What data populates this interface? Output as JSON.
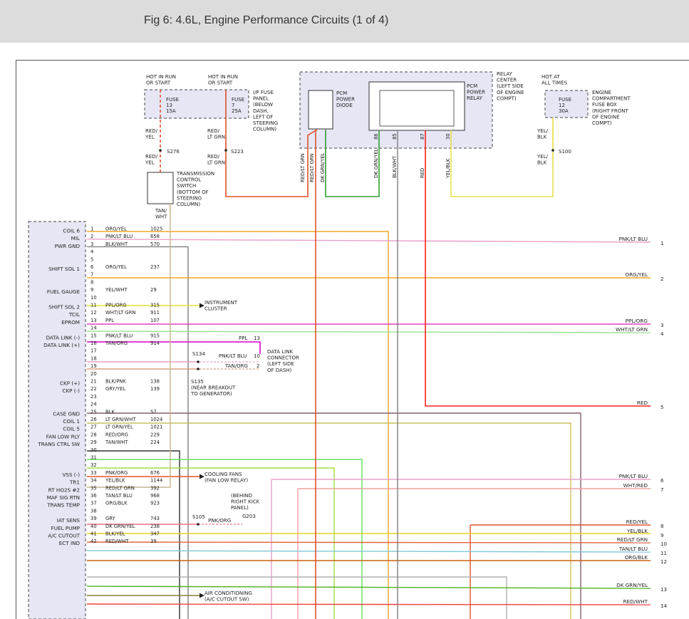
{
  "page": {
    "title": "Fig 6: 4.6L, Engine Performance Circuits (1 of 4)"
  },
  "colors": {
    "ORG/YEL": "#f5a623",
    "PNK/LT BLU": "#e8a0c8",
    "BLK/WHT": "#808080",
    "YEL/WHT": "#e8e030",
    "PPL/ORG": "#e040c0",
    "WHT/LT GRN": "#98e090",
    "PPL": "#e020d0",
    "TAN/ORG": "#d8a080",
    "BLK/PNK": "#806070",
    "GRY/YEL": "#c8c060",
    "BLK": "#303030",
    "LT GRN/WHT": "#60e060",
    "LT GRN/YEL": "#a0e040",
    "RED/ORG": "#f05020",
    "TAN/WHT": "#c8b48c",
    "PNK/ORG": "#f07080",
    "YEL/BLK": "#e8d020",
    "RED/LT GRN": "#e06040",
    "TAN/LT BLU": "#80c8d8",
    "ORG/BLK": "#c86010",
    "GRY": "#b0b0b0",
    "DK GRN/YEL": "#50b020",
    "BLK/YEL": "#808040",
    "RED/WHT": "#f04040",
    "RED": "#ff2020",
    "RED/YEL": "#e05030",
    "WHT/RED": "#f0a0a0",
    "RED/LT GRN top": "#e05028",
    "DK GRN/YEL top": "#30a030",
    "DK GRN/YEL 86": "#40b040",
    "YEL/BLK top": "#e8e050"
  },
  "fuses": [
    {
      "hot": "HOT IN RUN\nOR START",
      "label": "FUSE",
      "num": "13",
      "amp": "15A",
      "in_wire": "RED/\nYEL",
      "splice": "S276",
      "out_wire": "RED/\nYEL"
    },
    {
      "hot": "HOT IN RUN\nOR START",
      "label": "FUSE",
      "num": "7",
      "amp": "25A",
      "in_wire": "RED/\nLT GRN",
      "splice": "S223",
      "out_wire": "RED/\nLT GRN"
    },
    {
      "hot": "HOT AT\nALL TIMES",
      "label": "FUSE",
      "num": "12",
      "amp": "30A",
      "in_wire": "YEL/\nBLK",
      "splice": "S100",
      "out_wire": "YEL/\nBLK"
    }
  ],
  "labels": {
    "ip_fuse_panel": "I/P FUSE\nPANEL\n(BELOW\nDASH,\nLEFT OF\nSTEERING\nCOLUMN)",
    "relay_center": "RELAY\nCENTER\n(LEFT SIDE\nOF ENGINE\nCOMPT)",
    "pcm_power_diode": "PCM\nPOWER\nDIODE",
    "pcm_power_relay": "PCM\nPOWER\nRELAY",
    "engine_fuse_box": "ENGINE\nCOMPARTMENT\nFUSE BOX\n(RIGHT FRONT\nOF ENGINE\nCOMPT)",
    "trans_switch": "TRANSMISSION\nCONTROL\nSWITCH\n(BOTTOM OF\nSTEERING\nCOLUMN)",
    "tan_wht": "TAN/\nWHT",
    "instrument_cluster": "INSTRUMENT\nCLUSTER",
    "dlc": "DATA LINK\nCONNECTOR\n(LEFT SIDE\nOF DASH)",
    "s134": "S134",
    "s135": "S135\n(NEAR BREAKOUT\nTO GENERATOR)",
    "cooling_fans": "COOLING FANS\n(FAN LOW RELAY)",
    "behind_kick": "(BEHIND\nRIGHT KICK\nPANEL)",
    "g203": "G203",
    "s105": "S105",
    "air_cond": "AIR CONDITIONING\n(A/C CUTOUT SW)",
    "ppl_13": "PPL",
    "ppl_13_num": "13",
    "dlc_pnk": "PNK/LT BLU",
    "dlc_pnk_num": "10",
    "dlc_tan": "TAN/ORG",
    "dlc_tan_num": "2",
    "pnk_org_g": "PNK/ORG"
  },
  "relay_wires": [
    {
      "pin": "86",
      "wire": "DK GRN/YEL"
    },
    {
      "pin": "85",
      "wire": "BLK/WHT"
    },
    {
      "pin": "87",
      "wire": "RED"
    },
    {
      "pin": "30",
      "wire": "YEL/BLK"
    }
  ],
  "diode_wires": [
    "RED/LT GRN",
    "RED/LT GRN",
    "DK GRN/YEL"
  ],
  "pcm_pins": [
    {
      "pin": "1",
      "name": "COIL 6",
      "color": "ORG/YEL",
      "circuit": "1025"
    },
    {
      "pin": "2",
      "name": "MIL",
      "color": "PNK/LT BLU",
      "circuit": "658"
    },
    {
      "pin": "3",
      "name": "PWR GND",
      "color": "BLK/WHT",
      "circuit": "570"
    },
    {
      "pin": "4",
      "name": "",
      "color": "",
      "circuit": ""
    },
    {
      "pin": "5",
      "name": "",
      "color": "",
      "circuit": ""
    },
    {
      "pin": "6",
      "name": "SHIFT SOL 1",
      "color": "ORG/YEL",
      "circuit": "237"
    },
    {
      "pin": "7",
      "name": "",
      "color": "",
      "circuit": ""
    },
    {
      "pin": "8",
      "name": "",
      "color": "",
      "circuit": ""
    },
    {
      "pin": "9",
      "name": "FUEL GAUGE",
      "color": "YEL/WHT",
      "circuit": "29"
    },
    {
      "pin": "10",
      "name": "",
      "color": "",
      "circuit": ""
    },
    {
      "pin": "11",
      "name": "SHIFT SOL 2",
      "color": "PPL/ORG",
      "circuit": "315"
    },
    {
      "pin": "12",
      "name": "TCIL",
      "color": "WHT/LT GRN",
      "circuit": "911"
    },
    {
      "pin": "13",
      "name": "EPROM",
      "color": "PPL",
      "circuit": "107"
    },
    {
      "pin": "14",
      "name": "",
      "color": "",
      "circuit": ""
    },
    {
      "pin": "15",
      "name": "DATA LINK (-)",
      "color": "PNK/LT BLU",
      "circuit": "915"
    },
    {
      "pin": "16",
      "name": "DATA LINK (+)",
      "color": "TAN/ORG",
      "circuit": "914"
    },
    {
      "pin": "17",
      "name": "",
      "color": "",
      "circuit": ""
    },
    {
      "pin": "18",
      "name": "",
      "color": "",
      "circuit": ""
    },
    {
      "pin": "19",
      "name": "",
      "color": "",
      "circuit": ""
    },
    {
      "pin": "20",
      "name": "",
      "color": "",
      "circuit": ""
    },
    {
      "pin": "21",
      "name": "CKP (+)",
      "color": "BLK/PNK",
      "circuit": "138"
    },
    {
      "pin": "22",
      "name": "CKP (-)",
      "color": "GRY/YEL",
      "circuit": "139"
    },
    {
      "pin": "23",
      "name": "",
      "color": "",
      "circuit": ""
    },
    {
      "pin": "24",
      "name": "",
      "color": "",
      "circuit": ""
    },
    {
      "pin": "25",
      "name": "CASE GND",
      "color": "BLK",
      "circuit": "57"
    },
    {
      "pin": "26",
      "name": "COIL 1",
      "color": "LT GRN/WHT",
      "circuit": "1024"
    },
    {
      "pin": "27",
      "name": "COIL 5",
      "color": "LT GRN/YEL",
      "circuit": "1021"
    },
    {
      "pin": "28",
      "name": "FAN LOW RLY",
      "color": "RED/ORG",
      "circuit": "229"
    },
    {
      "pin": "29",
      "name": "TRANS CTRL SW",
      "color": "TAN/WHT",
      "circuit": "224"
    },
    {
      "pin": "30",
      "name": "",
      "color": "",
      "circuit": ""
    },
    {
      "pin": "31",
      "name": "",
      "color": "",
      "circuit": ""
    },
    {
      "pin": "32",
      "name": "",
      "color": "",
      "circuit": ""
    },
    {
      "pin": "33",
      "name": "VSS (-)",
      "color": "PNK/ORG",
      "circuit": "676"
    },
    {
      "pin": "34",
      "name": "TR1",
      "color": "YEL/BLK",
      "circuit": "1144"
    },
    {
      "pin": "35",
      "name": "RT HO2S #2",
      "color": "RED/LT GRN",
      "circuit": "392"
    },
    {
      "pin": "36",
      "name": "MAF SIG RTN",
      "color": "TAN/LT BLU",
      "circuit": "968"
    },
    {
      "pin": "37",
      "name": "TRANS TEMP",
      "color": "ORG/BLK",
      "circuit": "923"
    },
    {
      "pin": "38",
      "name": "",
      "color": "",
      "circuit": ""
    },
    {
      "pin": "39",
      "name": "IAT SENS",
      "color": "GRY",
      "circuit": "743"
    },
    {
      "pin": "40",
      "name": "FUEL PUMP",
      "color": "DK GRN/YEL",
      "circuit": "238"
    },
    {
      "pin": "41",
      "name": "A/C CUTOUT",
      "color": "BLK/YEL",
      "circuit": "347"
    },
    {
      "pin": "42",
      "name": "ECT IND",
      "color": "RED/WHT",
      "circuit": "39"
    }
  ],
  "right_outputs": [
    {
      "num": "1",
      "label": "PNK/LT BLU"
    },
    {
      "num": "2",
      "label": "ORG/YEL"
    },
    {
      "num": "3",
      "label": "PPL/ORG"
    },
    {
      "num": "4",
      "label": "WHT/LT GRN"
    },
    {
      "num": "5",
      "label": "RED"
    },
    {
      "num": "6",
      "label": "PNK/LT BLU"
    },
    {
      "num": "7",
      "label": "WHT/RED"
    },
    {
      "num": "8",
      "label": "RED/YEL"
    },
    {
      "num": "9",
      "label": "YEL/BLK"
    },
    {
      "num": "10",
      "label": "RED/LT GRN"
    },
    {
      "num": "11",
      "label": "TAN/LT BLU"
    },
    {
      "num": "12",
      "label": "ORG/BLK"
    },
    {
      "num": "13",
      "label": "DK GRN/YEL"
    },
    {
      "num": "14",
      "label": "RED/WHT"
    }
  ]
}
